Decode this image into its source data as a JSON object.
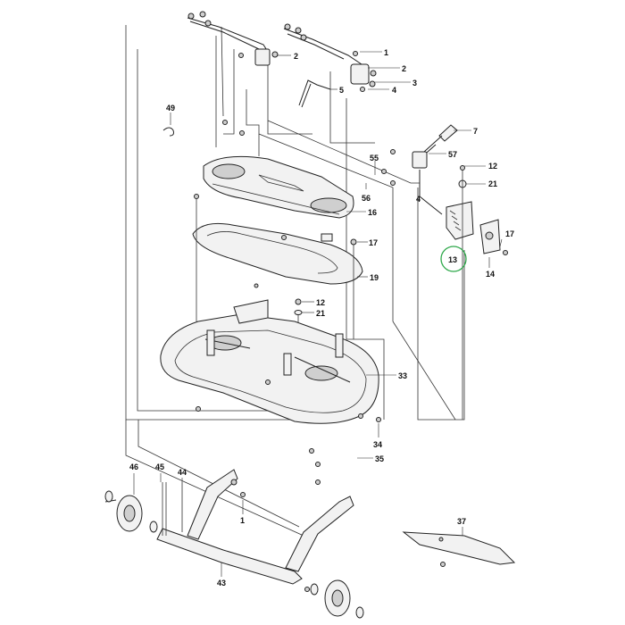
{
  "diagram": {
    "callouts": [
      {
        "id": "c1a",
        "text": "1"
      },
      {
        "id": "c2a",
        "text": "2"
      },
      {
        "id": "c2b",
        "text": "2"
      },
      {
        "id": "c3",
        "text": "3"
      },
      {
        "id": "c4a",
        "text": "4"
      },
      {
        "id": "c5",
        "text": "5"
      },
      {
        "id": "c49",
        "text": "49"
      },
      {
        "id": "c7",
        "text": "7"
      },
      {
        "id": "c57",
        "text": "57"
      },
      {
        "id": "c55",
        "text": "55"
      },
      {
        "id": "c56",
        "text": "56"
      },
      {
        "id": "c4b",
        "text": "4"
      },
      {
        "id": "c12a",
        "text": "12"
      },
      {
        "id": "c21a",
        "text": "21"
      },
      {
        "id": "c16",
        "text": "16"
      },
      {
        "id": "c17a",
        "text": "17"
      },
      {
        "id": "c17b",
        "text": "17"
      },
      {
        "id": "c13",
        "text": "13"
      },
      {
        "id": "c14",
        "text": "14"
      },
      {
        "id": "c19",
        "text": "19"
      },
      {
        "id": "c12b",
        "text": "12"
      },
      {
        "id": "c21b",
        "text": "21"
      },
      {
        "id": "c33",
        "text": "33"
      },
      {
        "id": "c34",
        "text": "34"
      },
      {
        "id": "c35",
        "text": "35"
      },
      {
        "id": "c46",
        "text": "46"
      },
      {
        "id": "c45",
        "text": "45"
      },
      {
        "id": "c44",
        "text": "44"
      },
      {
        "id": "c1b",
        "text": "1"
      },
      {
        "id": "c37",
        "text": "37"
      },
      {
        "id": "c43",
        "text": "43"
      }
    ],
    "highlight": {
      "callout": "13",
      "color": "#2ea84a"
    },
    "colors": {
      "ink": "#222222",
      "part_fill": "#f2f2f2",
      "shade": "#cfcfcf"
    }
  }
}
